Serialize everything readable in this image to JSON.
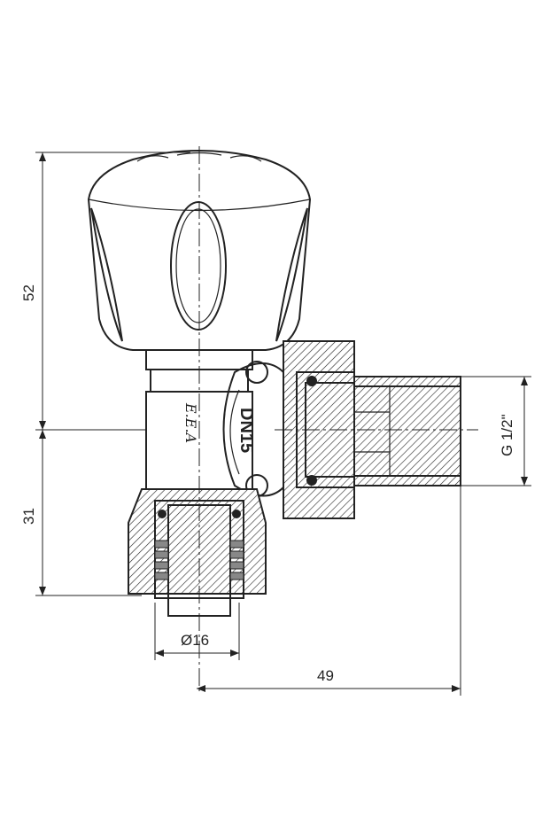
{
  "drawing": {
    "dimensions": {
      "height_upper": "52",
      "height_lower": "31",
      "pipe_diameter": "Ø16",
      "horizontal_offset": "49",
      "thread": "G 1/2\""
    },
    "body_marking": "DN15",
    "logo_text": "E.E.A."
  }
}
